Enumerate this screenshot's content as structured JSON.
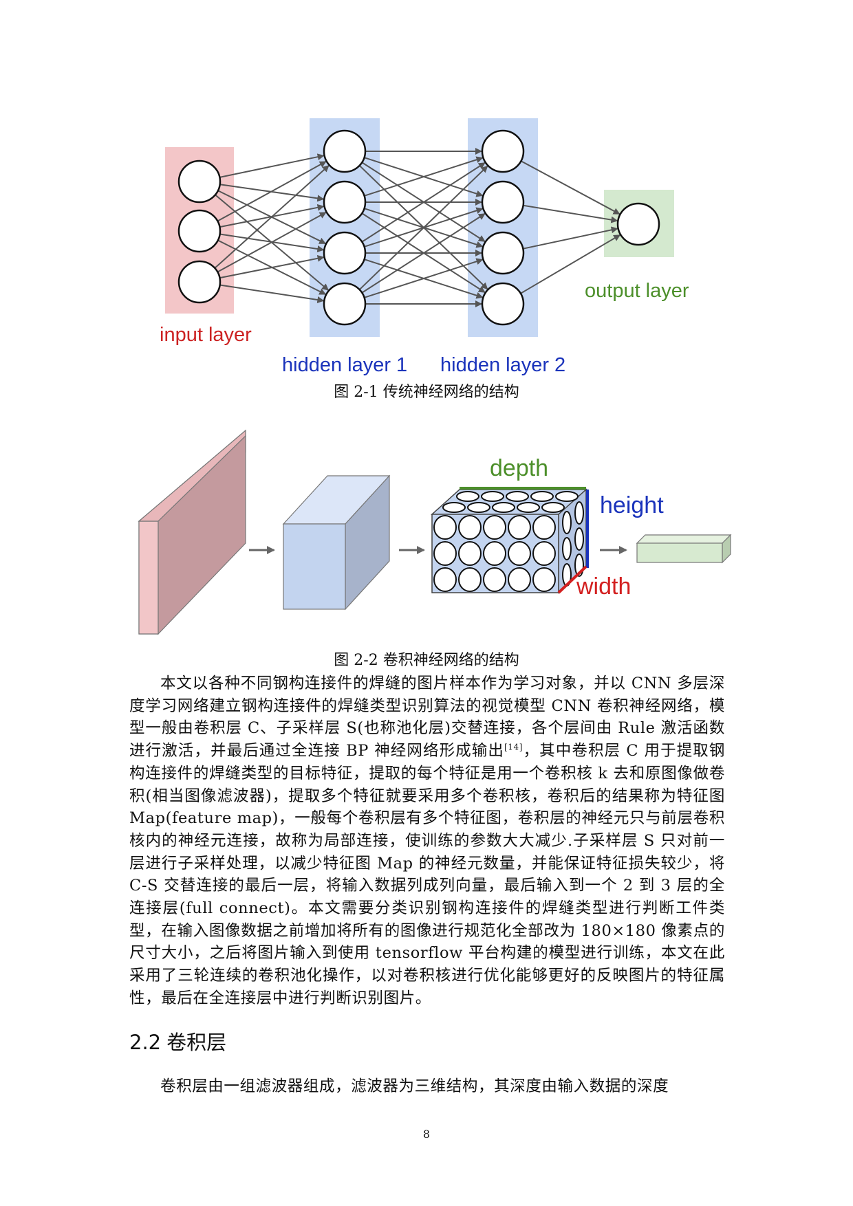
{
  "figure1": {
    "labels": {
      "input": "input layer",
      "hidden1": "hidden layer 1",
      "hidden2": "hidden layer 2",
      "output": "output layer"
    },
    "colors": {
      "input_bg": "#f3c6c8",
      "hidden_bg": "#c6d8f4",
      "output_bg": "#d4e9cf",
      "input_text": "#cc2222",
      "hidden_text": "#1a33bb",
      "output_text": "#4c8f2a",
      "edge": "#555555"
    },
    "layer_sizes": [
      3,
      4,
      4,
      1
    ],
    "caption": "图 2-1 传统神经网络的结构"
  },
  "figure2": {
    "labels": {
      "depth": "depth",
      "height": "height",
      "width": "width"
    },
    "colors": {
      "input_block": "#c8a0a3",
      "hidden_block": "#c3d4ef",
      "conv_block": "#c3d4ef",
      "output_block": "#d7ead0",
      "depth_text": "#4c8f2a",
      "height_text": "#1a33bb",
      "width_text": "#d32020"
    },
    "caption": "图 2-2 卷积神经网络的结构"
  },
  "paragraph1": {
    "before_sup": "本文以各种不同钢构连接件的焊缝的图片样本作为学习对象，并以 CNN 多层深度学习网络建立钢构连接件的焊缝类型识别算法的视觉模型 CNN 卷积神经网络，模型一般由卷积层 C、子采样层 S(也称池化层)交替连接，各个层间由 Rule 激活函数进行激活，并最后通过全连接 BP 神经网络形成输出",
    "sup": "[14]",
    "after_sup": "，其中卷积层 C 用于提取钢构连接件的焊缝类型的目标特征，提取的每个特征是用一个卷积核 k 去和原图像做卷积(相当图像滤波器)，提取多个特征就要采用多个卷积核，卷积后的结果称为特征图 Map(feature map)，一般每个卷积层有多个特征图，卷积层的神经元只与前层卷积核内的神经元连接，故称为局部连接，使训练的参数大大减少.子采样层 S 只对前一层进行子采样处理，以减少特征图 Map 的神经元数量，并能保证特征损失较少，将 C-S 交替连接的最后一层，将输入数据列成列向量，最后输入到一个 2 到 3 层的全连接层(full connect)。本文需要分类识别钢构连接件的焊缝类型进行判断工件类型，在输入图像数据之前增加将所有的图像进行规范化全部改为 180×180 像素点的尺寸大小，之后将图片输入到使用 tensorflow 平台构建的模型进行训练，本文在此采用了三轮连续的卷积池化操作，以对卷积核进行优化能够更好的反映图片的特征属性，最后在全连接层中进行判断识别图片。"
  },
  "section": {
    "number": "2.2",
    "title": "卷积层"
  },
  "paragraph2": "卷积层由一组滤波器组成，滤波器为三维结构，其深度由输入数据的深度",
  "page_number": "8"
}
